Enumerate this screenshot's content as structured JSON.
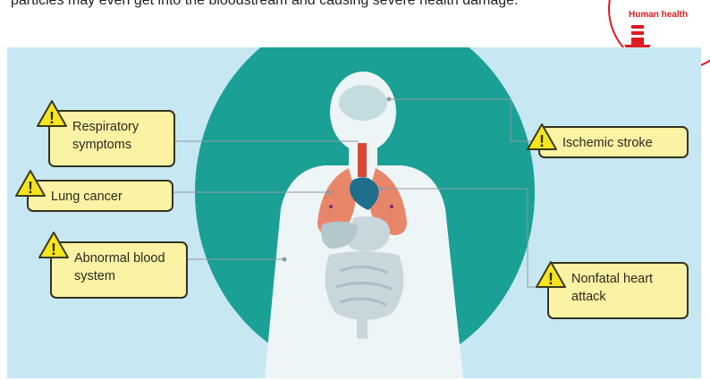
{
  "intro": {
    "text": "particles may even get into the bloodstream and causing severe health damage."
  },
  "badge": {
    "label": "Human health",
    "color": "#e01b22"
  },
  "diagram": {
    "colors": {
      "panel_background": "#c7e7f3",
      "silhouette_disc": "#1aa095",
      "body": "#eef5f7",
      "callout_fill": "#fbf3a4",
      "lungs": "#e8866a",
      "heart": "#1f6e8c",
      "organs": "#c8d7db"
    },
    "callouts": [
      {
        "id": "respiratory",
        "icon": "warning-icon",
        "label": "Respiratory symptoms"
      },
      {
        "id": "lung-cancer",
        "icon": "warning-icon",
        "label": "Lung cancer"
      },
      {
        "id": "blood",
        "icon": "warning-icon",
        "label": "Abnormal blood system"
      },
      {
        "id": "stroke",
        "icon": "warning-icon",
        "label": "Ischemic stroke"
      },
      {
        "id": "heart",
        "icon": "warning-icon",
        "label": "Nonfatal heart attack"
      }
    ]
  }
}
